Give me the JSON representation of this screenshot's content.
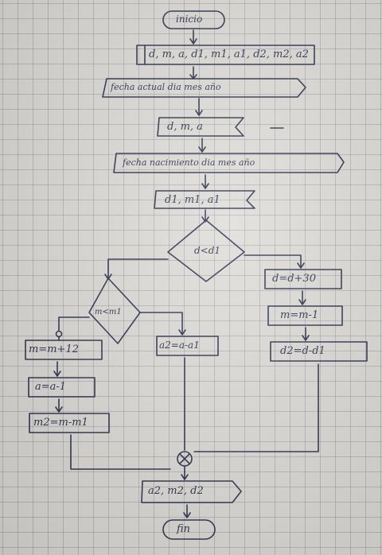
{
  "flowchart": {
    "start": "inicio",
    "declare": "d, m, a, d1, m1, a1, d2, m2, a2",
    "input_current_label": "fecha actual dia mes año",
    "input_current_vars": "d, m, a",
    "input_birth_label": "fecha nacimiento dia mes año",
    "input_birth_vars": "d1, m1, a1",
    "decision_day": "d<d1",
    "decision_month": "m<m1",
    "day_adjust": "d=d+30",
    "month_borrow": "m=m-1",
    "day_diff": "d2=d-d1",
    "month_adjust": "m=m+12",
    "year_borrow": "a=a-1",
    "month_diff": "m2=m-m1",
    "year_diff": "a2=a-a1",
    "output": "a2, m2, d2",
    "end": "fin"
  },
  "colors": {
    "ink": "#2b2f4a",
    "paper": "#dedcd7",
    "grid": "#8a8a99"
  }
}
